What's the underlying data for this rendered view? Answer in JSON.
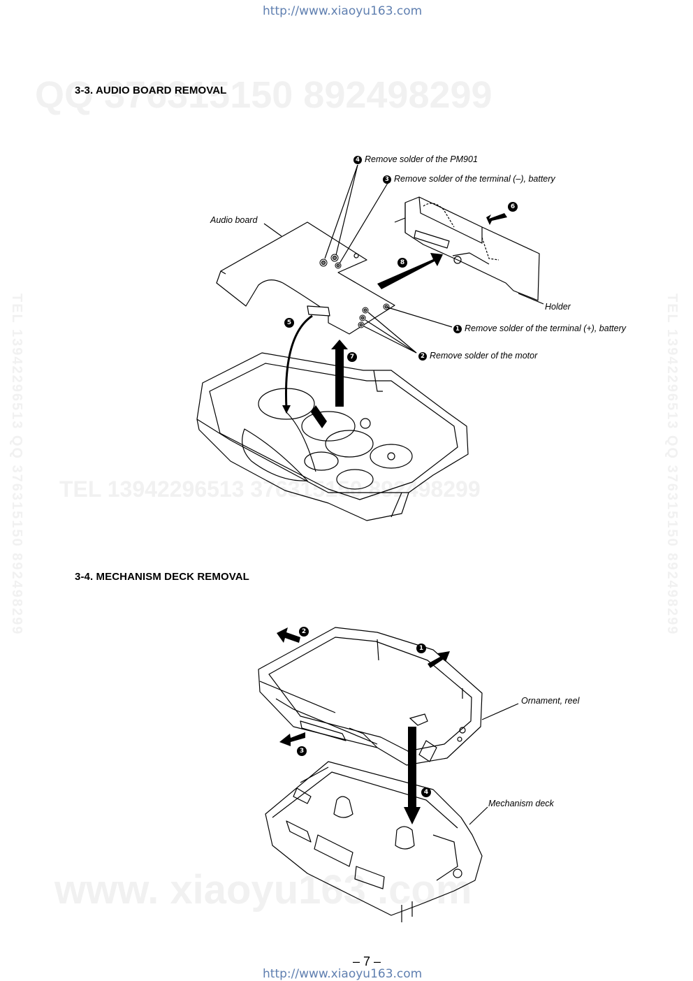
{
  "header": {
    "url": "http://www.xiaoyu163.com"
  },
  "footer": {
    "url": "http://www.xiaoyu163.com",
    "page_number": "– 7 –"
  },
  "watermarks": {
    "top": "QQ 376315150   892498299",
    "middle": "TEL 13942296513       376315150 892498299",
    "bottom": "www. xiaoyu163 .com",
    "side_left": "TEL 13942296513 QQ 376315150 892498299",
    "side_right": "TEL 13942296513 QQ 376315150 892498299"
  },
  "section_33": {
    "heading": "3-3. AUDIO BOARD REMOVAL",
    "labels": {
      "audio_board": "Audio board",
      "holder": "Holder",
      "step4": "Remove solder of the PM901",
      "step3": "Remove solder of the terminal (–), battery",
      "step1": "Remove solder of the terminal (+), battery",
      "step2": "Remove solder of the motor"
    },
    "step_numbers": {
      "n1": "1",
      "n2": "2",
      "n3": "3",
      "n4": "4",
      "n5": "5",
      "n6": "6",
      "n7": "7",
      "n8": "8"
    }
  },
  "section_34": {
    "heading": "3-4. MECHANISM DECK REMOVAL",
    "labels": {
      "ornament_reel": "Ornament, reel",
      "mechanism_deck": "Mechanism deck"
    },
    "step_numbers": {
      "n1": "1",
      "n2": "2",
      "n3": "3",
      "n4": "4"
    }
  }
}
